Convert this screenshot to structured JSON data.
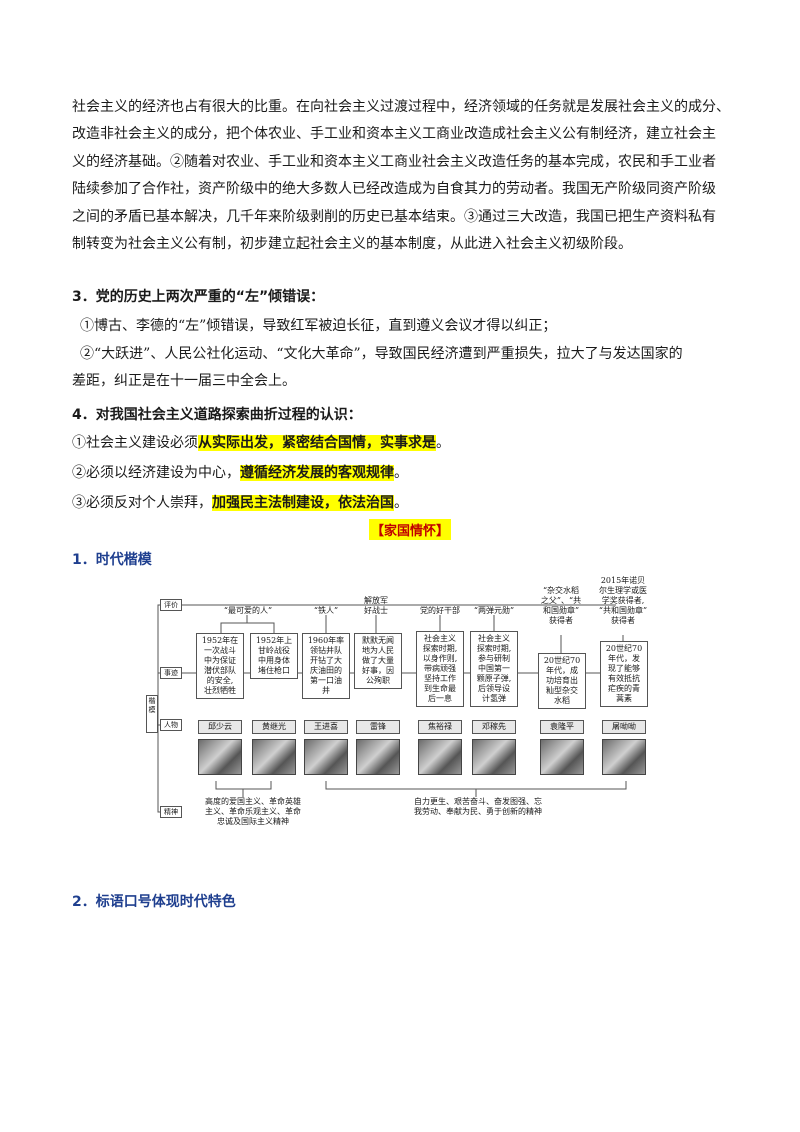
{
  "paragraph1": {
    "lines": [
      "社会主义的经济也占有很大的比重。在向社会主义过渡过程中，经济领域的任务就是发展社会主义的成分、",
      "改造非社会主义的成分，把个体农业、手工业和资本主义工商业改造成社会主义公有制经济，建立社会主",
      "义的经济基础。②随着对农业、手工业和资本主义工商业社会主义改造任务的基本完成，农民和手工业者",
      "陆续参加了合作社，资产阶级中的绝大多数人已经改造成为自食其力的劳动者。我国无产阶级同资产阶级",
      "之间的矛盾已基本解决，几千年来阶级剥削的历史已基本结束。③通过三大改造，我国已把生产资料私有",
      "制转变为社会主义公有制，初步建立起社会主义的基本制度，从此进入社会主义初级阶段。"
    ]
  },
  "heading3": "3．党的历史上两次严重的“左”倾错误：",
  "item3_1": "①博古、李德的“左”倾错误，导致红军被迫长征，直到遵义会议才得以纠正；",
  "item3_2_line1": "②“大跃进”、人民公社化运动、“文化大革命”，导致国民经济遭到严重损失，拉大了与发达国家的",
  "item3_2_line2": "差距，纠正是在十一届三中全会上。",
  "heading4": "4．对我国社会主义道路探索曲折过程的认识：",
  "item4_1_pre": "①社会主义建设必须",
  "item4_1_hl": "从实际出发，紧密结合国情，实事求是",
  "item4_1_post": "。",
  "item4_2_pre": "②必须以经济建设为中心，",
  "item4_2_hl": "遵循经济发展的客观规律",
  "item4_2_post": "。",
  "item4_3_pre": "③必须反对个人崇拜，",
  "item4_3_hl": "加强民主法制建设，依法治国",
  "item4_3_post": "。",
  "section_title": "【家国情怀】",
  "sub1": "1．时代楷模",
  "sub2": "2．标语口号体现时代特色",
  "diagram": {
    "root": "楷模",
    "categories": [
      "评价",
      "事迹",
      "人物",
      "精神"
    ],
    "evaluations": {
      "g1": "“最可爱的人”",
      "g2": "“铁人”",
      "g3": "解放军\n好战士",
      "g4": "党的好干部",
      "g5": "“两弹元勋”",
      "g6": "“杂交水稻\n之父”、“共\n和国勋章”\n获得者",
      "g7": "2015年诺贝\n尔生理学或医\n学奖获得者,\n“共和国勋章”\n获得者"
    },
    "deeds": [
      "1952年在\n一次战斗\n中为保证\n潜伏部队\n的安全,\n壮烈牺牲",
      "1952年上\n甘岭战役\n中用身体\n堵住枪口",
      "1960年率\n领钻井队\n开钻了大\n庆油田的\n第一口油\n井",
      "默默无闻\n地为人民\n做了大量\n好事，因\n公殉职",
      "社会主义\n探索时期,\n以身作则,\n带病顽强\n坚持工作\n到生命最\n后一息",
      "社会主义\n探索时期,\n参与研制\n中国第一\n颗原子弹,\n后领导设\n计氢弹",
      "20世纪70\n年代，成\n功培育出\n籼型杂交\n水稻",
      "20世纪70\n年代，发\n现了能够\n有效抵抗\n疟疾的青\n蒿素"
    ],
    "people": [
      "邱少云",
      "黄继光",
      "王进喜",
      "雷锋",
      "焦裕禄",
      "邓稼先",
      "袁隆平",
      "屠呦呦"
    ],
    "spirit_left": "高度的爱国主义、革命英雄\n主义、革命乐观主义、革命\n忠诚及国际主义精神",
    "spirit_right": "自力更生、艰苦奋斗、奋发图强、忘\n我劳动、奉献为民、勇于创新的精神"
  }
}
